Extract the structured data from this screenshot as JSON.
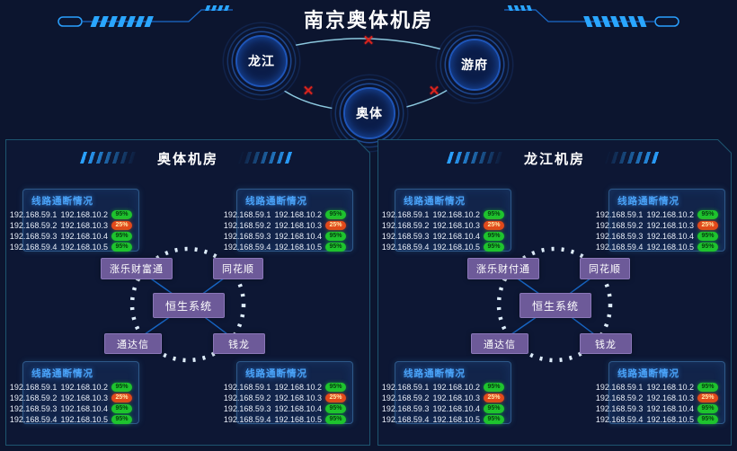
{
  "page": {
    "title": "南京奥体机房"
  },
  "colors": {
    "background": "#0c152f",
    "accent_blue": "#2aa0ff",
    "panel_border": "#1d5570",
    "box_title_blue": "#4aa3f8",
    "badge_green": "#1ec32e",
    "badge_red": "#e2491b",
    "system_label_purple": "#6d5a99",
    "topology_line": "#9adcf2",
    "broken_x_red": "#d8231d",
    "diagram_line": "#1766c5"
  },
  "topology": {
    "broken_icon": "✕",
    "nodes": [
      {
        "label": "龙江"
      },
      {
        "label": "游府"
      },
      {
        "label": "奥体"
      }
    ],
    "links": [
      {
        "from": "龙江",
        "to": "游府",
        "status": "broken"
      },
      {
        "from": "龙江",
        "to": "奥体",
        "status": "broken"
      },
      {
        "from": "奥体",
        "to": "游府",
        "status": "broken"
      }
    ]
  },
  "panels": [
    {
      "title": "奥体机房",
      "diagram": {
        "center": "恒生系统",
        "top_left": "涨乐财富通",
        "top_right": "同花顺",
        "bottom_left": "通达信",
        "bottom_right": "钱龙"
      },
      "link_boxes": [
        {
          "title": "线路通断情况",
          "rows": [
            {
              "src": "192.168.59.1",
              "dst": "192.168.10.2",
              "pct": "95%",
              "status": "up"
            },
            {
              "src": "192.168.59.2",
              "dst": "192.168.10.3",
              "pct": "25%",
              "status": "warn"
            },
            {
              "src": "192.168.59.3",
              "dst": "192.168.10.4",
              "pct": "95%",
              "status": "up"
            },
            {
              "src": "192.168.59.4",
              "dst": "192.168.10.5",
              "pct": "95%",
              "status": "up"
            }
          ]
        },
        {
          "title": "线路通断情况",
          "rows": [
            {
              "src": "192.168.59.1",
              "dst": "192.168.10.2",
              "pct": "95%",
              "status": "up"
            },
            {
              "src": "192.168.59.2",
              "dst": "192.168.10.3",
              "pct": "25%",
              "status": "warn"
            },
            {
              "src": "192.168.59.3",
              "dst": "192.168.10.4",
              "pct": "95%",
              "status": "up"
            },
            {
              "src": "192.168.59.4",
              "dst": "192.168.10.5",
              "pct": "95%",
              "status": "up"
            }
          ]
        },
        {
          "title": "线路通断情况",
          "rows": [
            {
              "src": "192.168.59.1",
              "dst": "192.168.10.2",
              "pct": "95%",
              "status": "up"
            },
            {
              "src": "192.168.59.2",
              "dst": "192.168.10.3",
              "pct": "25%",
              "status": "warn"
            },
            {
              "src": "192.168.59.3",
              "dst": "192.168.10.4",
              "pct": "95%",
              "status": "up"
            },
            {
              "src": "192.168.59.4",
              "dst": "192.168.10.5",
              "pct": "95%",
              "status": "up"
            }
          ]
        },
        {
          "title": "线路通断情况",
          "rows": [
            {
              "src": "192.168.59.1",
              "dst": "192.168.10.2",
              "pct": "95%",
              "status": "up"
            },
            {
              "src": "192.168.59.2",
              "dst": "192.168.10.3",
              "pct": "25%",
              "status": "warn"
            },
            {
              "src": "192.168.59.3",
              "dst": "192.168.10.4",
              "pct": "95%",
              "status": "up"
            },
            {
              "src": "192.168.59.4",
              "dst": "192.168.10.5",
              "pct": "95%",
              "status": "up"
            }
          ]
        }
      ]
    },
    {
      "title": "龙江机房",
      "diagram": {
        "center": "恒生系统",
        "top_left": "涨乐财付通",
        "top_right": "同花顺",
        "bottom_left": "通达信",
        "bottom_right": "钱龙"
      },
      "link_boxes": [
        {
          "title": "线路通断情况",
          "rows": [
            {
              "src": "192.168.59.1",
              "dst": "192.168.10.2",
              "pct": "95%",
              "status": "up"
            },
            {
              "src": "192.168.59.2",
              "dst": "192.168.10.3",
              "pct": "25%",
              "status": "warn"
            },
            {
              "src": "192.168.59.3",
              "dst": "192.168.10.4",
              "pct": "95%",
              "status": "up"
            },
            {
              "src": "192.168.59.4",
              "dst": "192.168.10.5",
              "pct": "95%",
              "status": "up"
            }
          ]
        },
        {
          "title": "线路通断情况",
          "rows": [
            {
              "src": "192.168.59.1",
              "dst": "192.168.10.2",
              "pct": "95%",
              "status": "up"
            },
            {
              "src": "192.168.59.2",
              "dst": "192.168.10.3",
              "pct": "25%",
              "status": "warn"
            },
            {
              "src": "192.168.59.3",
              "dst": "192.168.10.4",
              "pct": "95%",
              "status": "up"
            },
            {
              "src": "192.168.59.4",
              "dst": "192.168.10.5",
              "pct": "95%",
              "status": "up"
            }
          ]
        },
        {
          "title": "线路通断情况",
          "rows": [
            {
              "src": "192.168.59.1",
              "dst": "192.168.10.2",
              "pct": "95%",
              "status": "up"
            },
            {
              "src": "192.168.59.2",
              "dst": "192.168.10.3",
              "pct": "25%",
              "status": "warn"
            },
            {
              "src": "192.168.59.3",
              "dst": "192.168.10.4",
              "pct": "95%",
              "status": "up"
            },
            {
              "src": "192.168.59.4",
              "dst": "192.168.10.5",
              "pct": "95%",
              "status": "up"
            }
          ]
        },
        {
          "title": "线路通断情况",
          "rows": [
            {
              "src": "192.168.59.1",
              "dst": "192.168.10.2",
              "pct": "95%",
              "status": "up"
            },
            {
              "src": "192.168.59.2",
              "dst": "192.168.10.3",
              "pct": "25%",
              "status": "warn"
            },
            {
              "src": "192.168.59.3",
              "dst": "192.168.10.4",
              "pct": "95%",
              "status": "up"
            },
            {
              "src": "192.168.59.4",
              "dst": "192.168.10.5",
              "pct": "95%",
              "status": "up"
            }
          ]
        }
      ]
    }
  ]
}
